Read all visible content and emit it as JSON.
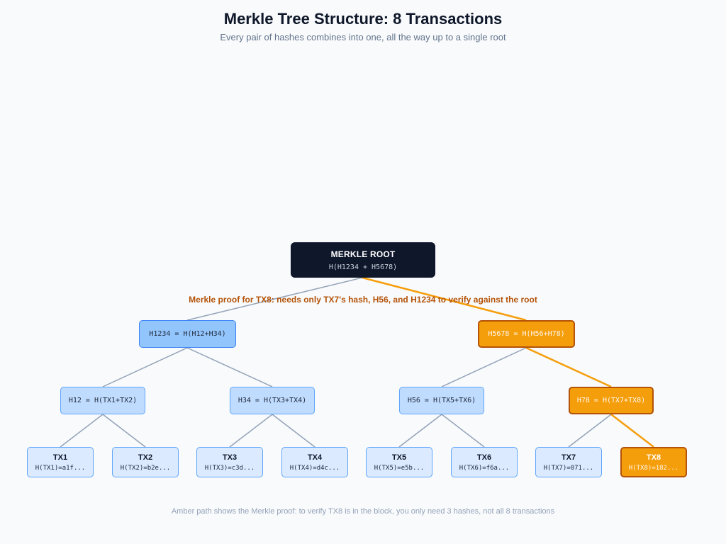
{
  "title": "Merkle Tree Structure: 8 Transactions",
  "subtitle": "Every pair of hashes combines into one, all the way up to a single root",
  "proof_note": "Merkle proof for TX8: needs only TX7's hash, H56, and H1234 to verify against the root",
  "footnote": "Amber path shows the Merkle proof: to verify TX8 is in the block, you only need 3 hashes, not all 8 transactions",
  "colors": {
    "highlight": "#f59e0b",
    "highlight_border": "#b45309",
    "edge": "#94a3b8",
    "root": "#0f172a"
  },
  "tree": {
    "root": {
      "label": "MERKLE ROOT",
      "formula": "H(H1234 + H5678)"
    },
    "level2": [
      {
        "formula": "H1234 = H(H12+H34)",
        "highlighted": false
      },
      {
        "formula": "H5678 = H(H56+H78)",
        "highlighted": true
      }
    ],
    "level3": [
      {
        "formula": "H12 = H(TX1+TX2)",
        "highlighted": false
      },
      {
        "formula": "H34 = H(TX3+TX4)",
        "highlighted": false
      },
      {
        "formula": "H56 = H(TX5+TX6)",
        "highlighted": false
      },
      {
        "formula": "H78 = H(TX7+TX8)",
        "highlighted": true
      }
    ],
    "leaves": [
      {
        "label": "TX1",
        "hash": "H(TX1)=a1f...",
        "highlighted": false
      },
      {
        "label": "TX2",
        "hash": "H(TX2)=b2e...",
        "highlighted": false
      },
      {
        "label": "TX3",
        "hash": "H(TX3)=c3d...",
        "highlighted": false
      },
      {
        "label": "TX4",
        "hash": "H(TX4)=d4c...",
        "highlighted": false
      },
      {
        "label": "TX5",
        "hash": "H(TX5)=e5b...",
        "highlighted": false
      },
      {
        "label": "TX6",
        "hash": "H(TX6)=f6a...",
        "highlighted": false
      },
      {
        "label": "TX7",
        "hash": "H(TX7)=071...",
        "highlighted": false
      },
      {
        "label": "TX8",
        "hash": "H(TX8)=182...",
        "highlighted": true
      }
    ]
  }
}
